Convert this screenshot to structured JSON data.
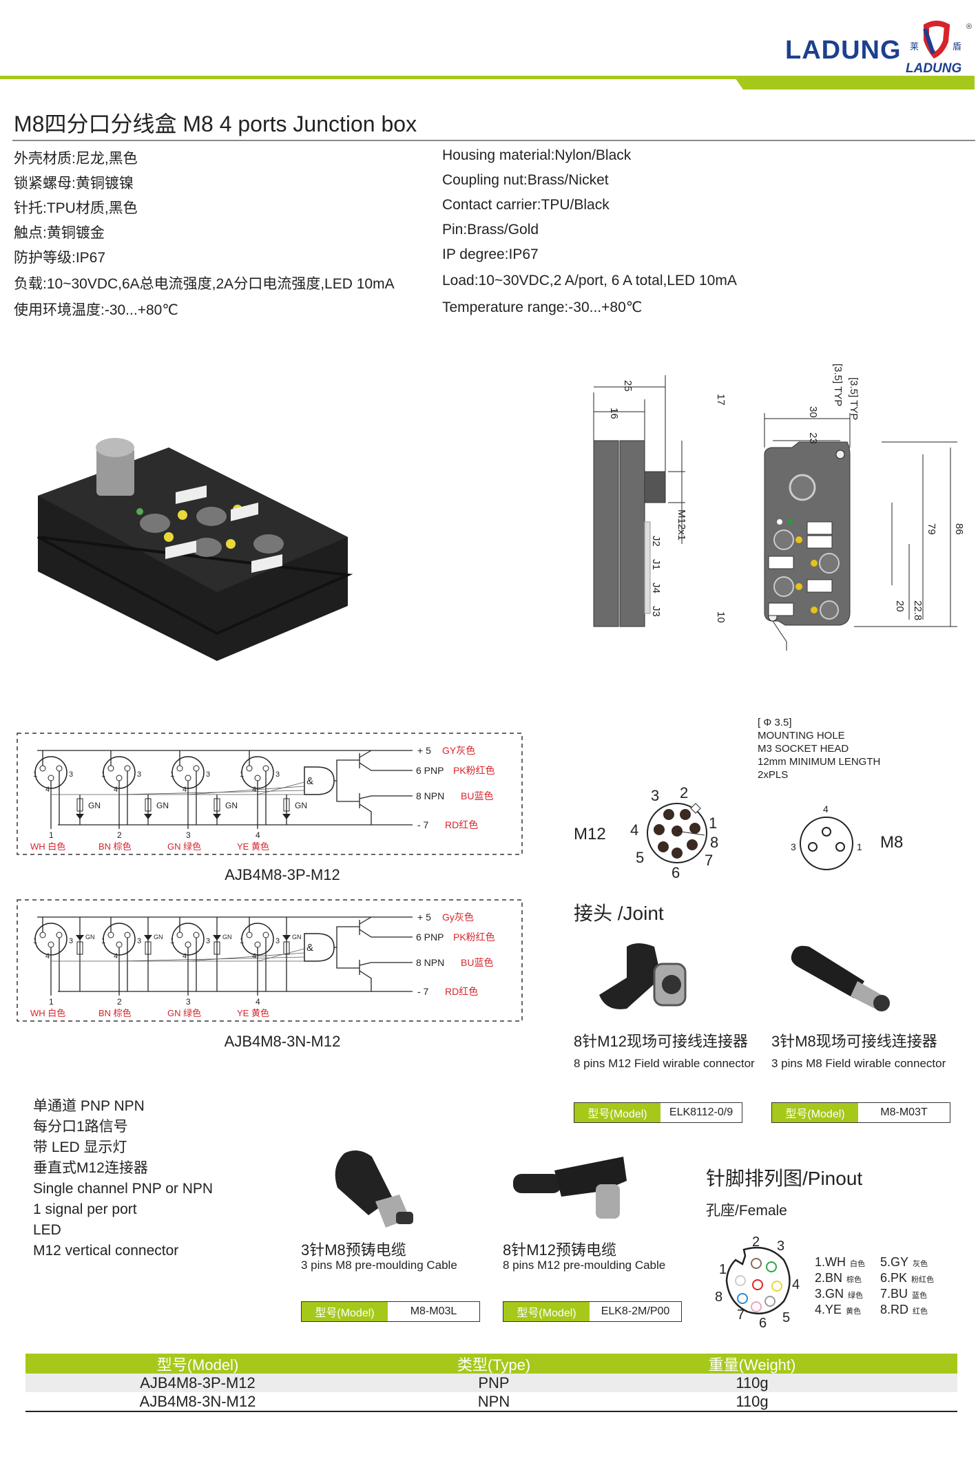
{
  "brand": {
    "name": "LADUNG",
    "emblem_text": "LADUNG",
    "emblem_cn_left": "莱",
    "emblem_cn_right": "盾",
    "registered": "®"
  },
  "title": "M8四分口分线盒 M8 4 ports Junction box",
  "specs_cn": [
    "外壳材质:尼龙,黑色",
    "锁紧螺母:黄铜镀镍",
    "针托:TPU材质,黑色",
    "触点:黄铜镀金",
    "防护等级:IP67",
    "负载:10~30VDC,6A总电流强度,2A分口电流强度,LED 10mA",
    "使用环境温度:-30...+80℃"
  ],
  "specs_en": [
    "Housing material:Nylon/Black",
    "Coupling nut:Brass/Nicket",
    "Contact carrier:TPU/Black",
    "Pin:Brass/Gold",
    "IP degree:IP67",
    "Load:10~30VDC,2 A/port, 6 A total,LED 10mA",
    "Temperature range:-30...+80℃"
  ],
  "drawing": {
    "side_dims": [
      "25",
      "16",
      "M12x1"
    ],
    "ports": [
      "J2",
      "J1",
      "J4",
      "J3"
    ],
    "front_dims": [
      "30",
      "23",
      "[3.5] TYP",
      "[3.5] TYP",
      "17",
      "79",
      "86",
      "22.8",
      "20",
      "10"
    ],
    "mounting_note": [
      "[ Φ 3.5]",
      "MOUNTING  HOLE",
      "M3  SOCKET  HEAD",
      "12mm  MINIMUM  LENGTH",
      "2xPLS"
    ]
  },
  "wiring": [
    {
      "model": "AJB4M8-3P-M12",
      "plus": "+ 5",
      "plus_color": "GY灰色",
      "pnp": "6  PNP",
      "pnp_color": "PK粉红色",
      "npn": "8  NPN",
      "npn_color": "BU蓝色",
      "minus": "-  7",
      "minus_color": "RD红色",
      "led": "GN",
      "channels": [
        "WH 白色",
        "BN 棕色",
        "GN 绿色",
        "YE 黄色"
      ],
      "channel_nums": [
        "1",
        "2",
        "3",
        "4"
      ],
      "pins": [
        "1",
        "3",
        "4"
      ]
    },
    {
      "model": "AJB4M8-3N-M12",
      "plus": "+ 5",
      "plus_color": "Gy灰色",
      "pnp": "6  PNP",
      "pnp_color": "PK粉红色",
      "npn": "8  NPN",
      "npn_color": "BU蓝色",
      "minus": "-  7",
      "minus_color": "RD红色",
      "led": "GN",
      "channels": [
        "WH 白色",
        "BN 棕色",
        "GN 绿色",
        "YE 黄色"
      ],
      "channel_nums": [
        "1",
        "2",
        "3",
        "4"
      ],
      "pins": [
        "1",
        "3",
        "4"
      ]
    }
  ],
  "pinout_m12": {
    "label": "M12",
    "pins": [
      "1",
      "2",
      "3",
      "4",
      "5",
      "6",
      "7",
      "8"
    ]
  },
  "pinout_m8": {
    "label": "M8",
    "pins": [
      "1",
      "3",
      "4"
    ]
  },
  "joint": {
    "heading": "接头 /Joint",
    "items": [
      {
        "cn": "8针M12现场可接线连接器",
        "en": "8 pins M12 Field wirable connector",
        "model_label": "型号(Model)",
        "model": "ELK8112-0/9"
      },
      {
        "cn": "3针M8现场可接线连接器",
        "en": "3 pins M8 Field wirable connector",
        "model_label": "型号(Model)",
        "model": "M8-M03T"
      }
    ]
  },
  "features": [
    "单通道 PNP NPN",
    "每分口1路信号",
    "带 LED 显示灯",
    "垂直式M12连接器",
    "Single channel PNP or NPN",
    "1 signal per port",
    "LED",
    "M12 vertical connector"
  ],
  "cables": [
    {
      "cn": "3针M8预铸电缆",
      "en": "3 pins M8 pre-moulding Cable",
      "model_label": "型号(Model)",
      "model": "M8-M03L"
    },
    {
      "cn": "8针M12预铸电缆",
      "en": "8 pins M12 pre-moulding Cable",
      "model_label": "型号(Model)",
      "model": "ELK8-2M/P00"
    }
  ],
  "pinout": {
    "heading": "针脚排列图/Pinout",
    "sub": "孔座/Female",
    "pins": [
      "1",
      "2",
      "3",
      "4",
      "5",
      "6",
      "7",
      "8"
    ],
    "legend": [
      {
        "code": "1.WH",
        "cn": "白色",
        "color": "#ffffff"
      },
      {
        "code": "2.BN",
        "cn": "棕色",
        "color": "#8b6a55"
      },
      {
        "code": "3.GN",
        "cn": "绿色",
        "color": "#2aa84a"
      },
      {
        "code": "4.YE",
        "cn": "黄色",
        "color": "#e8d83a"
      },
      {
        "code": "5.GY",
        "cn": "灰色",
        "color": "#999999"
      },
      {
        "code": "6.PK",
        "cn": "粉红色",
        "color": "#f0a0c0"
      },
      {
        "code": "7.BU",
        "cn": "蓝色",
        "color": "#2a8ad8"
      },
      {
        "code": "8.RD",
        "cn": "红色",
        "color": "#e02020"
      }
    ]
  },
  "table": {
    "headers": [
      "型号(Model)",
      "类型(Type)",
      "重量(Weight)"
    ],
    "rows": [
      [
        "AJB4M8-3P-M12",
        "PNP",
        "110g"
      ],
      [
        "AJB4M8-3N-M12",
        "NPN",
        "110g"
      ]
    ]
  },
  "colors": {
    "accent": "#a6c81a",
    "wire_label": "#d8232a",
    "brand_blue": "#1d3f8f",
    "brand_red": "#d8232a"
  }
}
